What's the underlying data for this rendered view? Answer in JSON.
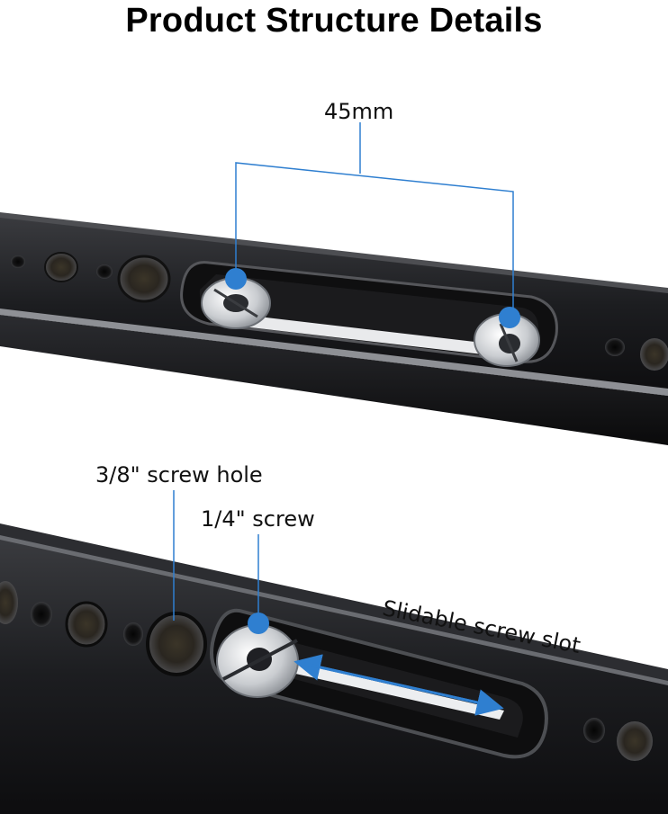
{
  "title": "Product Structure Details",
  "top_panel": {
    "dimension_label": "45mm"
  },
  "bottom_panel": {
    "screw_hole_label": "3/8\" screw hole",
    "screw_label": "1/4\" screw",
    "slot_label": "Slidable screw slot"
  },
  "colors": {
    "rail_dark": "#1a1a1c",
    "rail_mid": "#2a2b2e",
    "callout_blue": "#2f7fd0",
    "steel": "#d7d9dc"
  }
}
